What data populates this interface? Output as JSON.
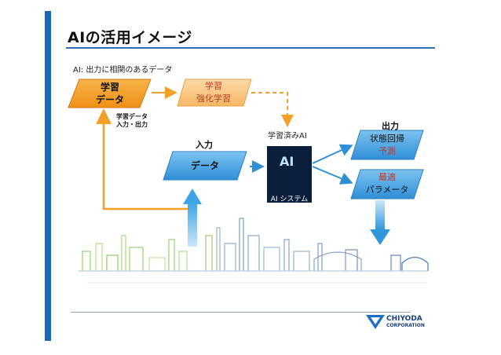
{
  "slide": {
    "title": "AIの活用イメージ",
    "subtitle": "AI: 出力に相関のあるデータ"
  },
  "nodes": {
    "training_data": {
      "line1": "学習",
      "line2": "データ"
    },
    "reinforcement": {
      "line1": "学習",
      "line2": "強化学習"
    },
    "input_data": {
      "text": "データ"
    },
    "state_regression": {
      "line1": "状態回帰",
      "line2": "予測"
    },
    "optimal_params": {
      "line1": "最適",
      "line2": "パラメータ"
    }
  },
  "labels": {
    "training_io_line1": "学習データ",
    "training_io_line2": "入力・出力",
    "input": "入力",
    "output": "出力",
    "trained_ai": "学習済みAI",
    "ai_system": "AI システム",
    "ai_core": "AI"
  },
  "logo": {
    "name": "CHIYODA",
    "sub": "CORPORATION"
  },
  "colors": {
    "accent_blue": "#1769b8",
    "orange": "#f3a028",
    "light_orange": "#f7c57a",
    "blue_node": "#4aa3e0",
    "red_text": "#c0392b"
  }
}
